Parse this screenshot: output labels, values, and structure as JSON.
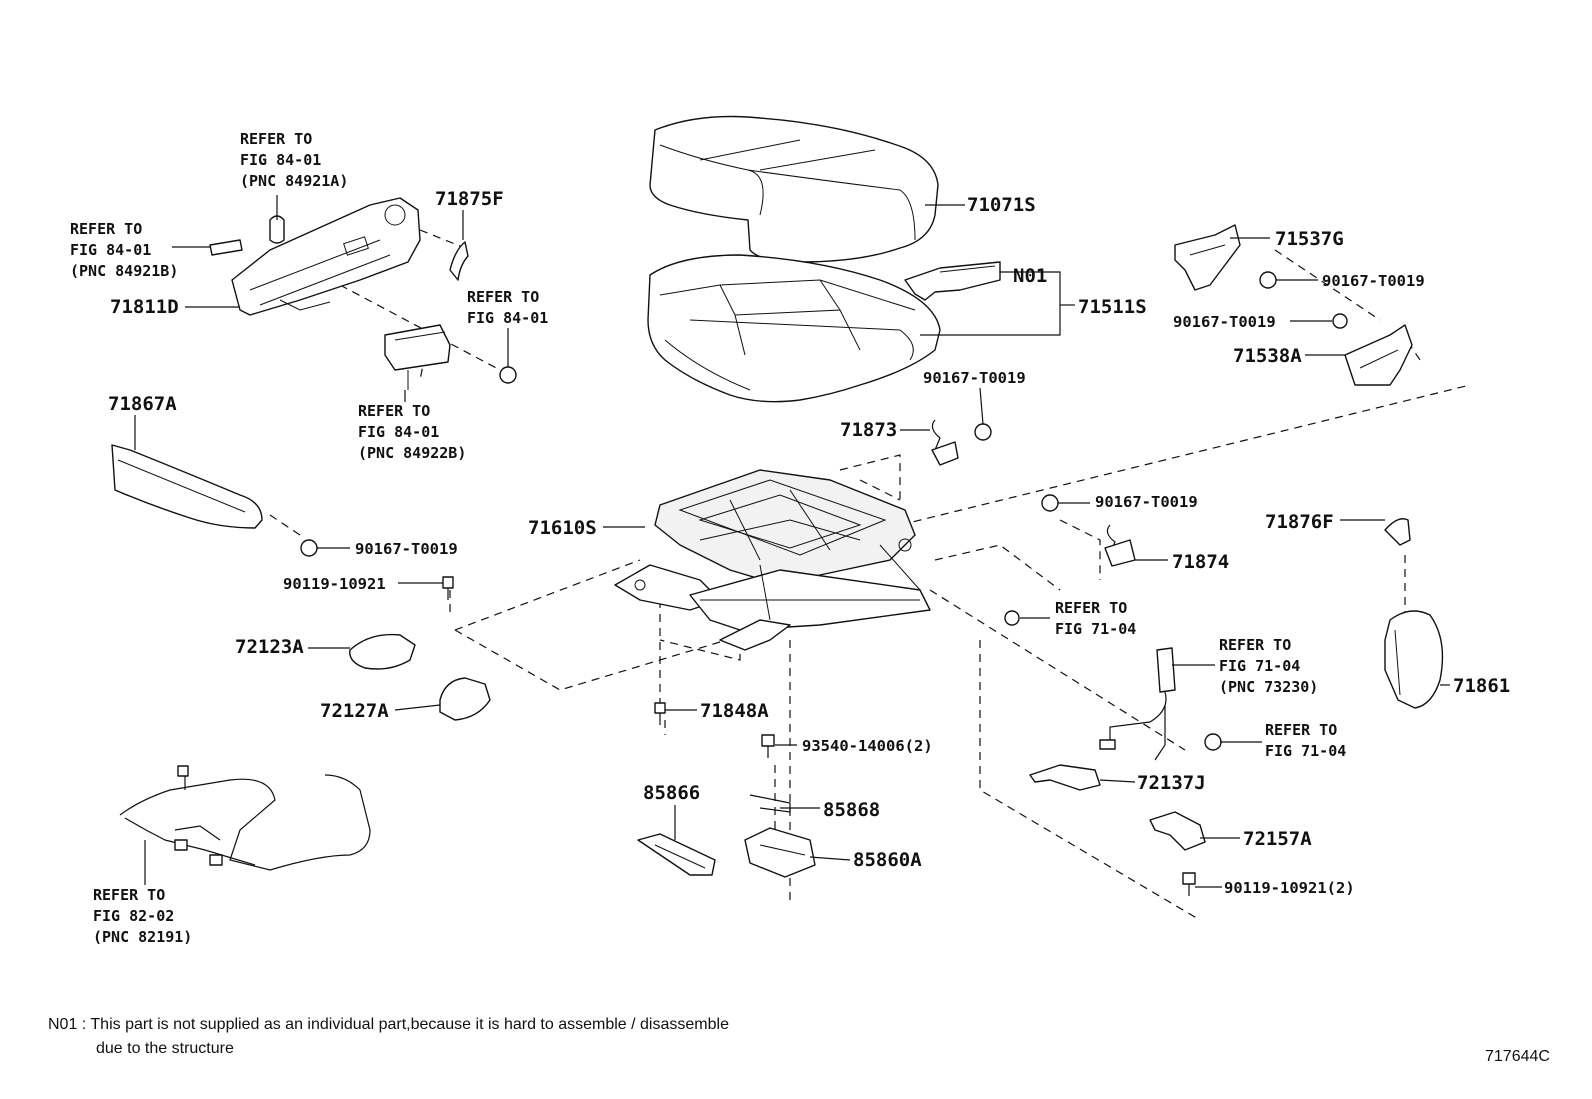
{
  "labels": {
    "p71071S": "71071S",
    "p71511S": "71511S",
    "pN01": "N01",
    "p71537G": "71537G",
    "p90167a": "90167-T0019",
    "p90167b": "90167-T0019",
    "p71538A": "71538A",
    "p90167c": "90167-T0019",
    "p71873": "71873",
    "p71875F": "71875F",
    "p71811D": "71811D",
    "p71867A": "71867A",
    "p90167d": "90167-T0019",
    "p90119a": "90119-10921",
    "p71610S": "71610S",
    "p90167e": "90167-T0019",
    "p71874": "71874",
    "p71876F": "71876F",
    "p72123A": "72123A",
    "p72127A": "72127A",
    "p71848A": "71848A",
    "p93540": "93540-14006(2)",
    "p85866": "85866",
    "p85868": "85868",
    "p85860A": "85860A",
    "p72137J": "72137J",
    "p72157A": "72157A",
    "p90119b": "90119-10921(2)",
    "p71861": "71861"
  },
  "refs": {
    "r1": [
      "REFER TO",
      "FIG 84-01",
      "(PNC 84921A)"
    ],
    "r2": [
      "REFER TO",
      "FIG 84-01",
      "(PNC 84921B)"
    ],
    "r3": [
      "REFER TO",
      "FIG 84-01"
    ],
    "r4": [
      "REFER TO",
      "FIG 84-01",
      "(PNC 84922B)"
    ],
    "r5": [
      "REFER TO",
      "FIG 71-04"
    ],
    "r6": [
      "REFER TO",
      "FIG 71-04",
      "(PNC 73230)"
    ],
    "r7": [
      "REFER TO",
      "FIG 71-04"
    ],
    "r8": [
      "REFER TO",
      "FIG 82-02",
      "(PNC 82191)"
    ]
  },
  "footnote": {
    "line1": "N01 : This part is not supplied as an individual part,because it is hard to assemble / disassemble",
    "line2": "due to the structure"
  },
  "figure_code": "717644C"
}
